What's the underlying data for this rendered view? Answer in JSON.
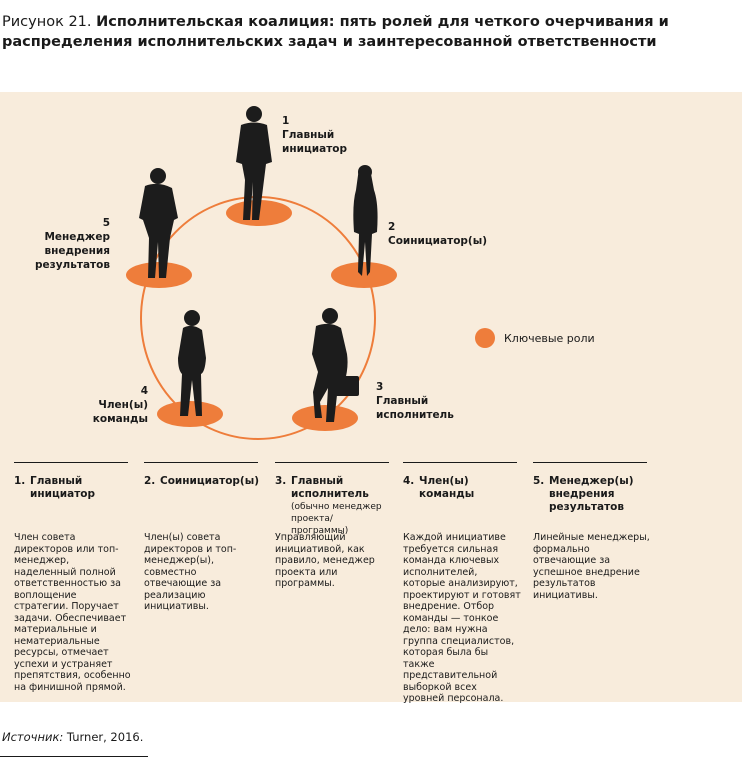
{
  "figure": {
    "title_prefix": "Рисунок 21.",
    "title_text": "Исполнительская коалиция: пять ролей для четкого очерчивания и распределения исполнительских задач и заинтересованной ответственности"
  },
  "diagram": {
    "roles": [
      {
        "num": "1",
        "label": "Главный инициатор"
      },
      {
        "num": "2",
        "label": "Соинициатор(ы)"
      },
      {
        "num": "3",
        "label": "Главный исполнитель"
      },
      {
        "num": "4",
        "label": "Член(ы) команды"
      },
      {
        "num": "5",
        "label": "Менеджер внедрения результатов"
      }
    ],
    "legend": "Ключевые роли",
    "accent_color": "#ee7d3b",
    "background_color": "#f8ecdc"
  },
  "columns": [
    {
      "num": "1.",
      "title": "Главный инициатор",
      "subtitle": "",
      "body": "Член совета директоров или топ-менеджер, наделенный полной ответственностью за воплощение стратегии. Поручает задачи. Обеспечивает материальные и нематериальные ресурсы, отмечает успехи и устраняет препятствия, особенно на финишной прямой."
    },
    {
      "num": "2.",
      "title": "Соинициатор(ы)",
      "subtitle": "",
      "body": "Член(ы) совета директоров и топ-менеджер(ы), совместно отвечающие за реализацию инициативы."
    },
    {
      "num": "3.",
      "title": "Главный исполнитель",
      "subtitle": "(обычно менеджер проекта/программы)",
      "body": "Управляющий инициативой, как правило, менеджер проекта или программы."
    },
    {
      "num": "4.",
      "title": "Член(ы) команды",
      "subtitle": "",
      "body": "Каждой инициативе требуется сильная команда ключевых исполнителей, которые анализируют, проектируют и готовят внедрение. Отбор команды — тонкое дело: вам нужна группа специалистов, которая была бы также представительной выборкой всех уровней персонала."
    },
    {
      "num": "5.",
      "title": "Менеджер(ы) внедрения результатов",
      "subtitle": "",
      "body": "Линейные менеджеры, формально отвечающие за успешное внедрение результатов инициативы."
    }
  ],
  "source": {
    "label": "Источник:",
    "text": " Turner, 2016."
  }
}
